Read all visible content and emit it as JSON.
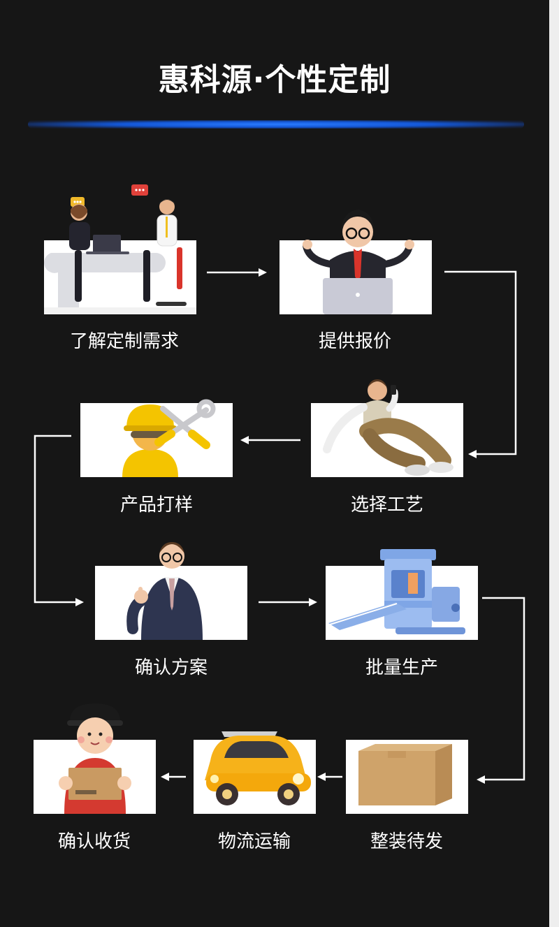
{
  "title": "惠科源·个性定制",
  "steps": [
    {
      "label": "了解定制需求",
      "icon": "business-meeting-icon"
    },
    {
      "label": "提供报价",
      "icon": "laptop-presenter-icon"
    },
    {
      "label": "选择工艺",
      "icon": "sitting-man-phone-icon"
    },
    {
      "label": "产品打样",
      "icon": "worker-tools-icon"
    },
    {
      "label": "确认方案",
      "icon": "thumbs-up-businessman-icon"
    },
    {
      "label": "批量生产",
      "icon": "production-machine-icon"
    },
    {
      "label": "整装待发",
      "icon": "cardboard-box-icon"
    },
    {
      "label": "物流运输",
      "icon": "delivery-car-icon"
    },
    {
      "label": "确认收货",
      "icon": "courier-package-icon"
    }
  ],
  "colors": {
    "background": "#161616",
    "accent": "#1e6bff",
    "card": "#ffffff",
    "text": "#ffffff"
  }
}
